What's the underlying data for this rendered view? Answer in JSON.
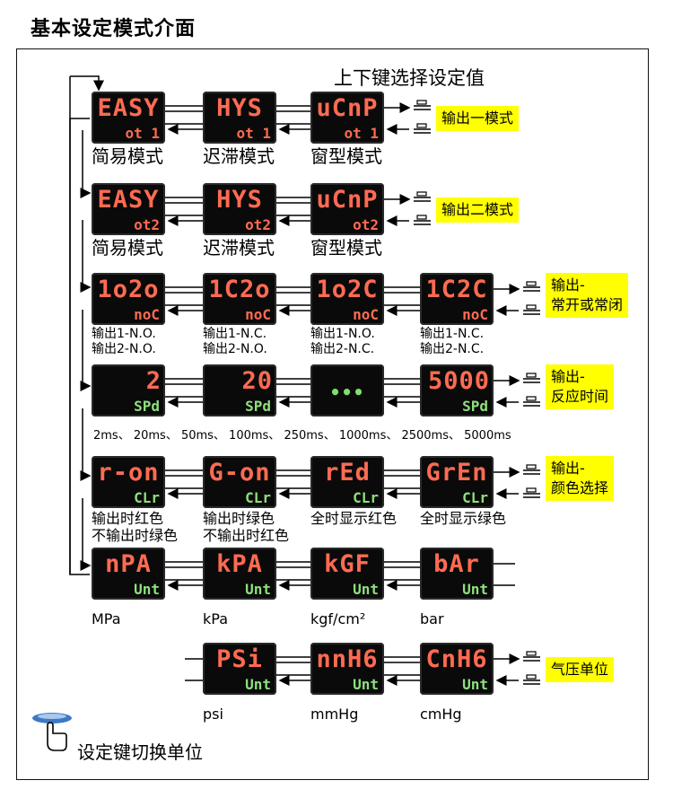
{
  "title": "基本设定模式介面",
  "top_note": "上下键选择设定值",
  "bottom_note": "设定键切换单位",
  "rows": [
    {
      "displays": [
        {
          "main": "EASY",
          "sub": "ot 1"
        },
        {
          "main": "HYS",
          "sub": "ot 1"
        },
        {
          "main": "uCnP",
          "sub": "ot 1"
        }
      ],
      "captions": [
        "简易模式",
        "迟滞模式",
        "窗型模式"
      ],
      "note": "输出一模式"
    },
    {
      "displays": [
        {
          "main": "EASY",
          "sub": "ot2"
        },
        {
          "main": "HYS",
          "sub": "ot2"
        },
        {
          "main": "uCnP",
          "sub": "ot2"
        }
      ],
      "captions": [
        "简易模式",
        "迟滞模式",
        "窗型模式"
      ],
      "note": "输出二模式"
    },
    {
      "displays": [
        {
          "main": "1o2o",
          "sub": "noC"
        },
        {
          "main": "1C2o",
          "sub": "noC"
        },
        {
          "main": "1o2C",
          "sub": "noC"
        },
        {
          "main": "1C2C",
          "sub": "noC"
        }
      ],
      "captions": [
        [
          "输出1-N.O.",
          "输出2-N.O."
        ],
        [
          "输出1-N.C.",
          "输出2-N.O."
        ],
        [
          "输出1-N.O.",
          "输出2-N.C."
        ],
        [
          "输出1-N.C.",
          "输出2-N.C."
        ]
      ],
      "note": [
        "输出-",
        "常开或常闭"
      ]
    },
    {
      "displays": [
        {
          "main": "2",
          "sub": "SPd"
        },
        {
          "main": "20",
          "sub": "SPd"
        },
        {
          "main": "•••",
          "sub": ""
        },
        {
          "main": "5000",
          "sub": "SPd"
        }
      ],
      "captions": "2ms、 20ms、 50ms、 100ms、 250ms、 1000ms、 2500ms、 5000ms",
      "note": [
        "输出-",
        "反应时间"
      ]
    },
    {
      "displays": [
        {
          "main": "r-on",
          "sub": "CLr"
        },
        {
          "main": "G-on",
          "sub": "CLr"
        },
        {
          "main": "rEd",
          "sub": "CLr"
        },
        {
          "main": "GrEn",
          "sub": "CLr"
        }
      ],
      "captions": [
        [
          "输出时红色",
          "不输出时绿色"
        ],
        [
          "输出时绿色",
          "不输出时红色"
        ],
        [
          "全时显示红色"
        ],
        [
          "全时显示绿色"
        ]
      ],
      "note": [
        "输出-",
        "颜色选择"
      ]
    },
    {
      "displays": [
        {
          "main": "nPA",
          "sub": "Unt"
        },
        {
          "main": "kPA",
          "sub": "Unt"
        },
        {
          "main": "kGF",
          "sub": "Unt"
        },
        {
          "main": "bAr",
          "sub": "Unt"
        }
      ],
      "captions": [
        "MPa",
        "kPa",
        "kgf/cm²",
        "bar"
      ]
    },
    {
      "displays": [
        {
          "main": "PSi",
          "sub": "Unt"
        },
        {
          "main": "nnH6",
          "sub": "Unt"
        },
        {
          "main": "CnH6",
          "sub": "Unt"
        }
      ],
      "captions": [
        "psi",
        "mmHg",
        "cmHg"
      ],
      "note": "气压单位"
    }
  ],
  "colors": {
    "display_bg": "#0a0a0a",
    "segment_red": "#ff6b52",
    "segment_green": "#8ee07c",
    "note_highlight": "#ffff00"
  },
  "icons": {
    "output_on": "output-on-icon",
    "output_off": "output-off-icon",
    "set_button": "set-button-hand-icon"
  }
}
